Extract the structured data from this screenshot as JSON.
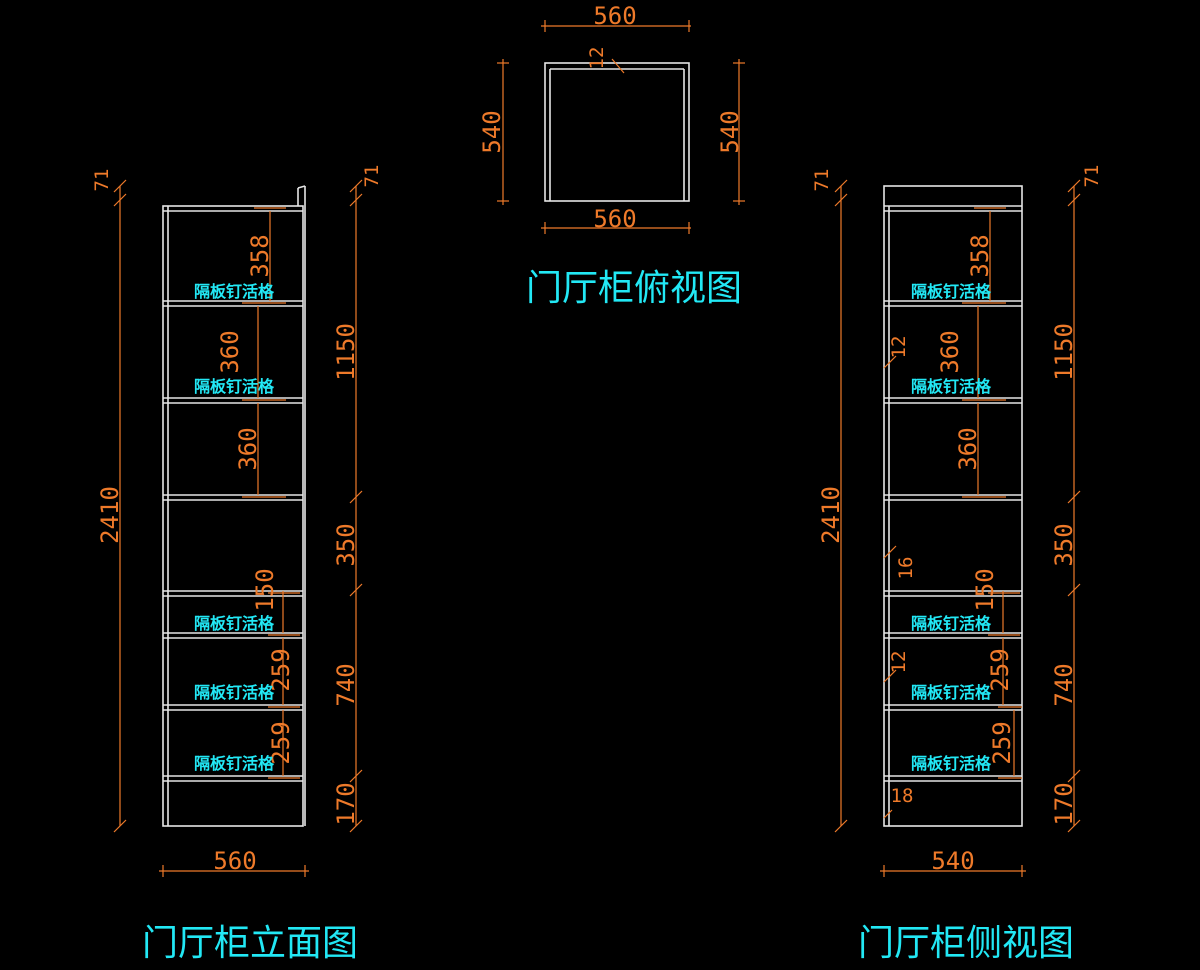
{
  "colors": {
    "background": "#000000",
    "outline": "#e6e6e6",
    "dimension": "#ee7a2a",
    "annotation": "#22e8f5"
  },
  "top_view": {
    "title": "门厅柜俯视图",
    "width_top": "560",
    "width_bottom": "560",
    "depth_left": "540",
    "depth_right": "540",
    "panel": "12"
  },
  "front_view": {
    "title": "门厅柜立面图",
    "total_height": "2410",
    "top_gap": "71",
    "width": "560",
    "sections_right": [
      "1150",
      "350",
      "740",
      "170"
    ],
    "shelf_spacings": [
      "358",
      "360",
      "360",
      "150",
      "259",
      "259"
    ],
    "notes": [
      "隔板钉活格",
      "隔板钉活格",
      "隔板钉活格",
      "隔板钉活格",
      "隔板钉活格"
    ]
  },
  "side_view": {
    "title": "门厅柜侧视图",
    "total_height": "2410",
    "top_gap": "71",
    "width": "540",
    "sections_right": [
      "1150",
      "350",
      "740",
      "170"
    ],
    "shelf_spacings": [
      "358",
      "360",
      "360",
      "150",
      "259",
      "259"
    ],
    "panel_marks": [
      "12",
      "16",
      "12"
    ],
    "base": "18",
    "notes": [
      "隔板钉活格",
      "隔板钉活格",
      "隔板钉活格",
      "隔板钉活格",
      "隔板钉活格"
    ]
  }
}
